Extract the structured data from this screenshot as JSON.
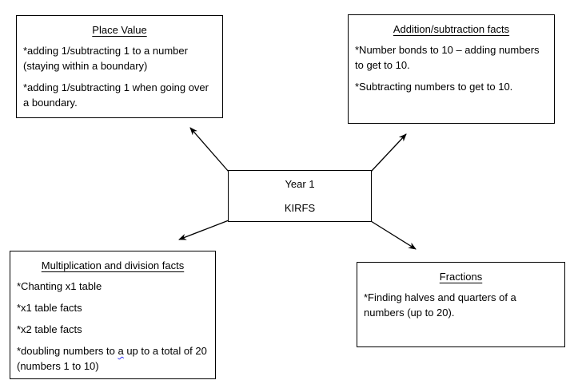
{
  "center_box": {
    "line1": "Year 1",
    "line2": "KIRFS"
  },
  "boxes": {
    "place_value": {
      "title": "Place Value",
      "bullets": [
        "*adding 1/subtracting 1 to a number (staying within a boundary)",
        "*adding 1/subtracting 1 when going over a boundary."
      ]
    },
    "addition_subtraction": {
      "title": "Addition/subtraction facts",
      "bullets": [
        "*Number bonds to 10 – adding numbers to get to 10.",
        "*Subtracting numbers to get to 10."
      ]
    },
    "multiplication_division": {
      "title": "Multiplication and division facts",
      "bullets": [
        "*Chanting x1 table",
        "*x1 table facts",
        "*x2 table facts"
      ],
      "last_bullet": {
        "prefix": "*doubling numbers to ",
        "flagged_word": "a",
        "suffix": " up to a total of 20 (numbers 1 to 10)"
      }
    },
    "fractions": {
      "title": "Fractions",
      "bullets": [
        "*Finding halves and quarters of a numbers (up to 20)."
      ]
    }
  },
  "colors": {
    "box_border": "#000000",
    "text": "#000000",
    "background": "#ffffff",
    "arrow": "#000000",
    "grammar_underline": "#3333ff"
  }
}
